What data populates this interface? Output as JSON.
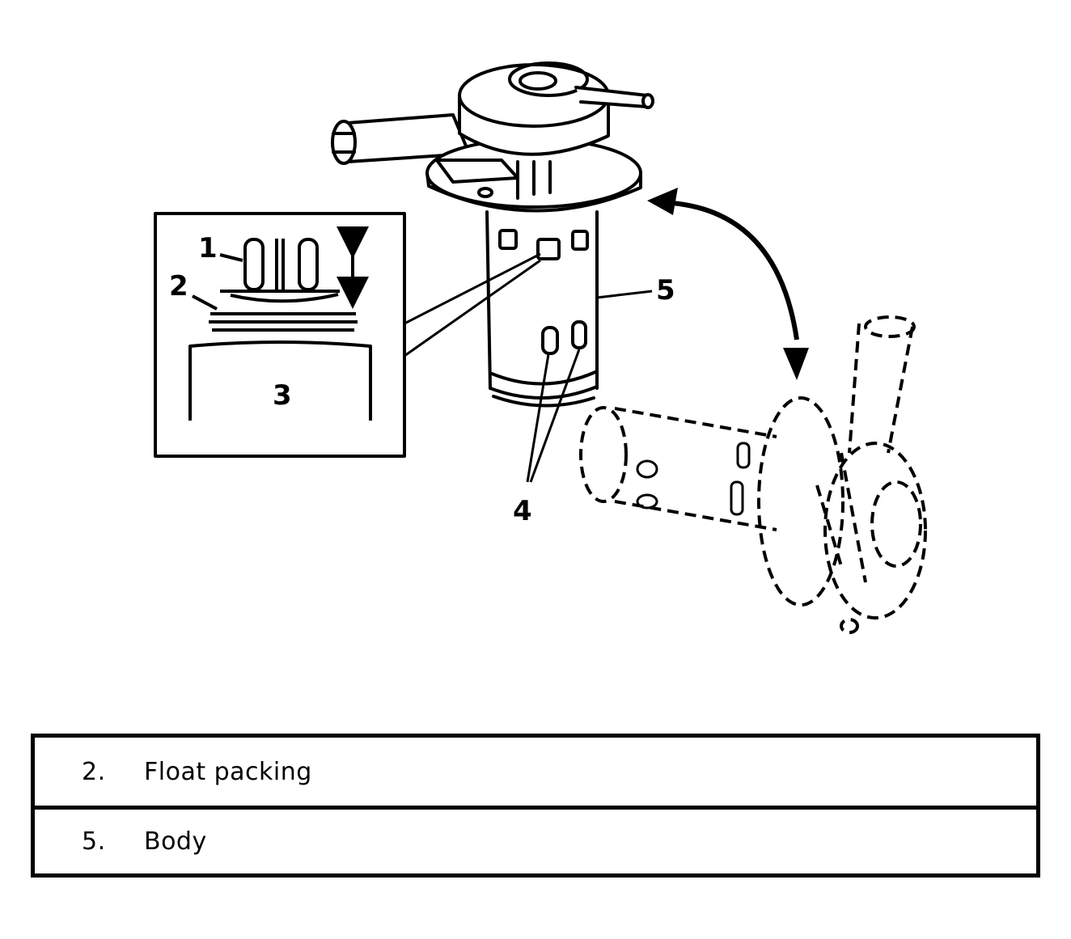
{
  "diagram": {
    "callouts": {
      "c1": "1",
      "c2": "2",
      "c3": "3",
      "c4": "4",
      "c5": "5"
    }
  },
  "legend": {
    "rows": [
      {
        "number": "2.",
        "name": "Float packing"
      },
      {
        "number": "5.",
        "name": "Body"
      }
    ]
  }
}
